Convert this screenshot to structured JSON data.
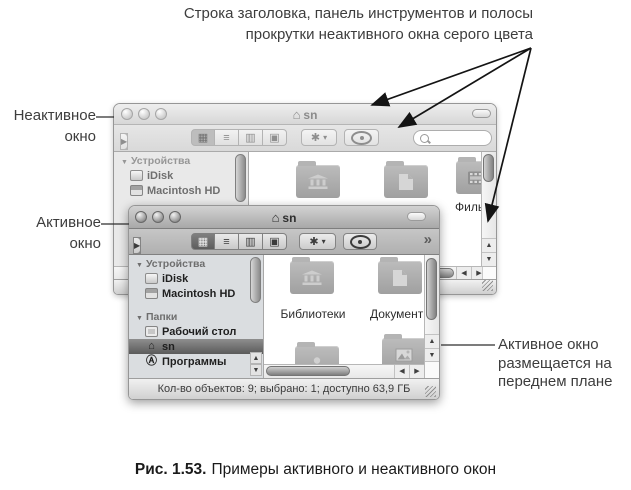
{
  "theme": {
    "page_bg": "#ffffff",
    "ink": "#2f2f2f",
    "window_chrome": "#d4d4d4",
    "selection_gray": "#5a5a5a"
  },
  "annotations": {
    "top_note": [
      "Строка заголовка, панель инструментов и полосы",
      "прокрутки неактивного окна серого цвета"
    ],
    "inactive_label": [
      "Неактивное",
      "окно"
    ],
    "active_label": [
      "Активное",
      "окно"
    ],
    "front_label": [
      "Активное окно",
      "размещается на",
      "переднем плане"
    ],
    "caption": {
      "bold": "Рис. 1.53.",
      "rest": "Примеры активного и неактивного окон"
    }
  },
  "glyphs": {
    "home": "⌂",
    "back": "◀",
    "forward": "▶",
    "view_icons": "▦",
    "view_list": "≡",
    "view_columns": "▥",
    "view_coverflow": "▣",
    "gear": "✱",
    "caret": "▾",
    "overflow": "»",
    "disclosure": "▼",
    "up": "▲",
    "down": "▼",
    "left": "◀",
    "right": "▶",
    "apps": "Ⓐ"
  },
  "inactive_window": {
    "title": "sn",
    "sidebar": {
      "devices_header": "Устройства",
      "devices": [
        {
          "label": "iDisk"
        },
        {
          "label": "Macintosh HD"
        }
      ]
    },
    "content": {
      "movies_label": "Филь"
    }
  },
  "active_window": {
    "title": "sn",
    "sidebar": {
      "devices_header": "Устройства",
      "devices": [
        {
          "label": "iDisk"
        },
        {
          "label": "Macintosh HD"
        }
      ],
      "folders_header": "Папки",
      "folders": [
        {
          "label": "Рабочий стол"
        },
        {
          "label": "sn"
        },
        {
          "label": "Программы"
        }
      ]
    },
    "content": {
      "folders": [
        {
          "label": "Библиотеки"
        },
        {
          "label": "Документ"
        }
      ]
    },
    "status": "Кол-во объектов: 9; выбрано: 1; доступно 63,9 ГБ"
  }
}
